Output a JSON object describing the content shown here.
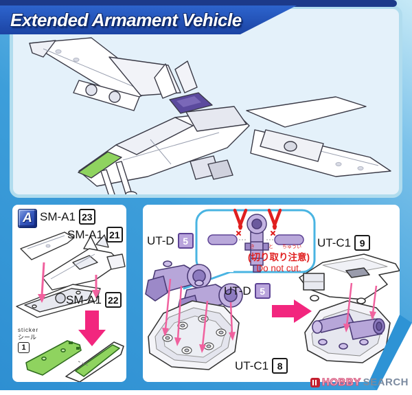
{
  "header": {
    "title": "Extended Armament Vehicle"
  },
  "panel_a": {
    "badge": "A",
    "label_23": {
      "code": "SM-A1",
      "num": "23"
    },
    "label_21": {
      "code": "SM-A1",
      "num": "21"
    },
    "label_22": {
      "code": "SM-A1",
      "num": "22"
    },
    "sticker": {
      "en": "sticker",
      "jp": "シール",
      "num": "1"
    }
  },
  "panel_b": {
    "label_utd_a": {
      "code": "UT-D",
      "num": "5"
    },
    "label_utd_b": {
      "code": "UT-D",
      "num": "5"
    },
    "label_utc1_9": {
      "code": "UT-C1",
      "num": "9"
    },
    "label_utc1_8": {
      "code": "UT-C1",
      "num": "8"
    },
    "warning": {
      "furigana_kiri": "き",
      "furigana_tori": "と",
      "furigana_chuui": "ちゅうい",
      "jp": "(切り取り注意)",
      "en": "Do not cut."
    }
  },
  "watermark": {
    "brand_a": "HOBBY",
    "brand_b": "SEARCH"
  },
  "icons": {
    "do_not_cut": "scissors-icon",
    "watermark_logo": "hobby-search-icon"
  },
  "colors": {
    "frame_blue": "#2f93d6",
    "banner_blue": "#1f4cb0",
    "navy_strip": "#1c3a8a",
    "illustration_bg": "#e4f1fa",
    "panel_white": "#ffffff",
    "arrow_pink": "#f2267e",
    "part_purple": "#b7a6d9",
    "sticker_green": "#8fd35f",
    "warning_red": "#e01f1f",
    "bubble_border": "#49b4e2"
  }
}
